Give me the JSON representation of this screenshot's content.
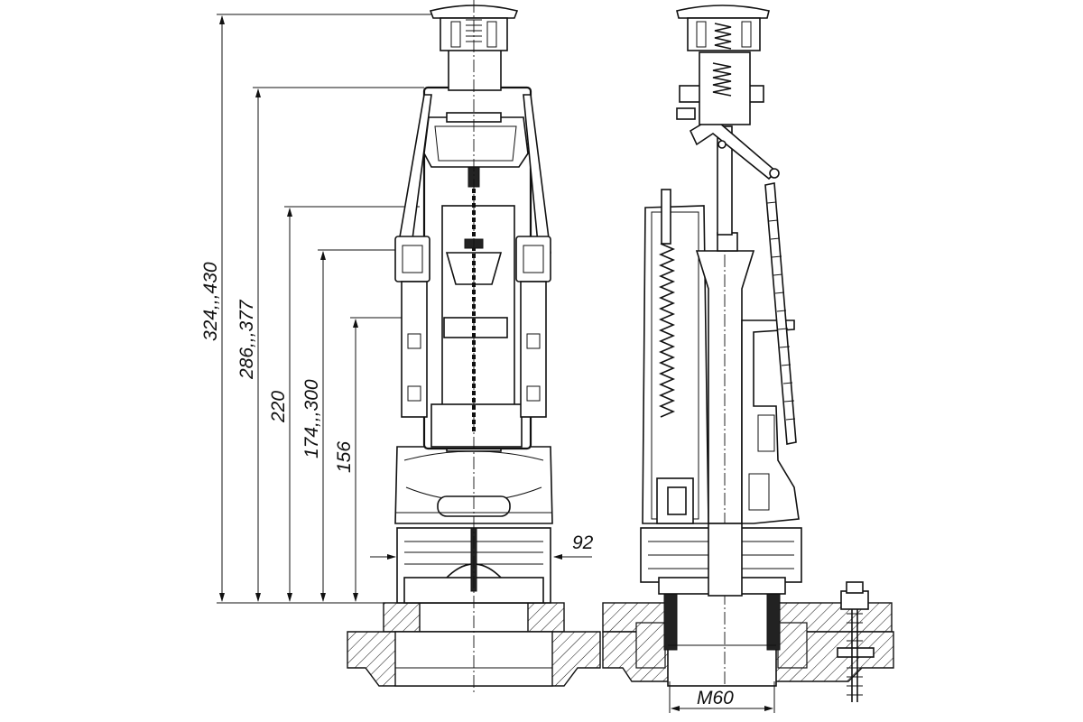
{
  "diagram": {
    "dimensions": {
      "overall_height": "324,,,430",
      "body_height": "286,,,377",
      "overflow_height": "220",
      "float_height": "174,,,300",
      "valve_height": "156",
      "base_depth": "92",
      "thread": "M60"
    }
  }
}
